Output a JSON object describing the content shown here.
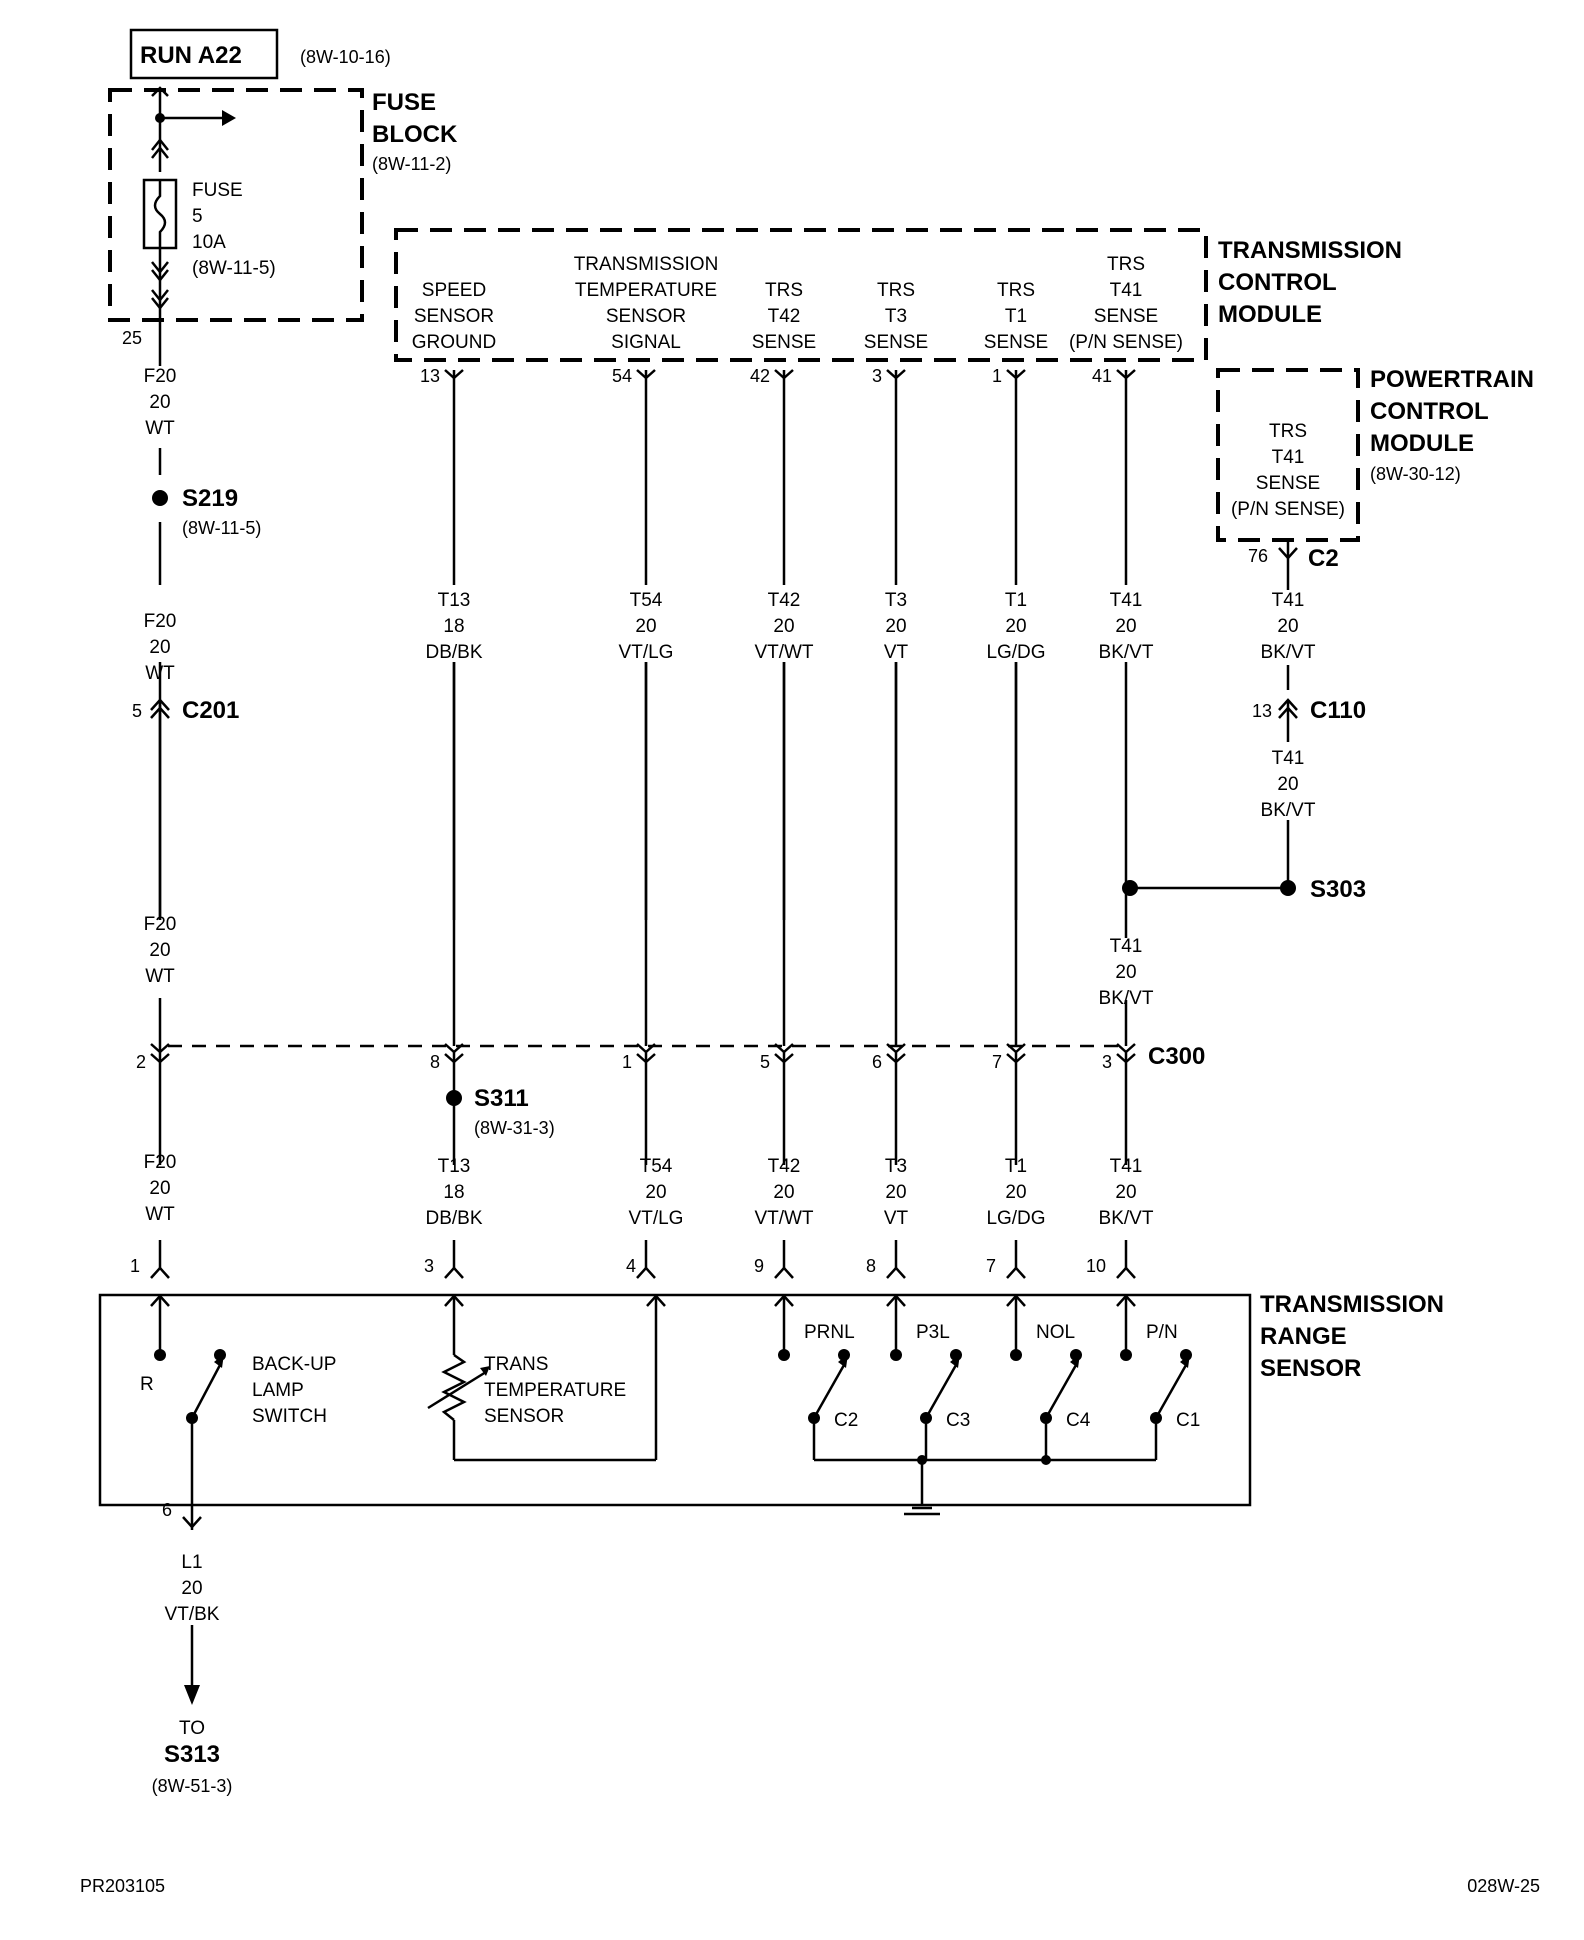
{
  "run_box": {
    "label": "RUN A22",
    "ref": "(8W-10-16)"
  },
  "fuse_block": {
    "title1": "FUSE",
    "title2": "BLOCK",
    "ref": "(8W-11-2)",
    "fuse_l1": "FUSE",
    "fuse_l2": "5",
    "fuse_l3": "10A",
    "fuse_ref": "(8W-11-5)",
    "pin": "25"
  },
  "tcm": {
    "title1": "TRANSMISSION",
    "title2": "CONTROL",
    "title3": "MODULE",
    "columns": [
      {
        "lines": [
          "SPEED",
          "SENSOR",
          "GROUND"
        ],
        "pin": "13"
      },
      {
        "lines": [
          "TRANSMISSION",
          "TEMPERATURE",
          "SENSOR",
          "SIGNAL"
        ],
        "pin": "54"
      },
      {
        "lines": [
          "TRS",
          "T42",
          "SENSE"
        ],
        "pin": "42"
      },
      {
        "lines": [
          "TRS",
          "T3",
          "SENSE"
        ],
        "pin": "3"
      },
      {
        "lines": [
          "TRS",
          "T1",
          "SENSE"
        ],
        "pin": "1"
      },
      {
        "lines": [
          "TRS",
          "T41",
          "SENSE",
          "(P/N SENSE)"
        ],
        "pin": "41"
      }
    ]
  },
  "pcm": {
    "title1": "POWERTRAIN",
    "title2": "CONTROL",
    "title3": "MODULE",
    "ref": "(8W-30-12)",
    "lines": [
      "TRS",
      "T41",
      "SENSE",
      "(P/N SENSE)"
    ],
    "pin": "76",
    "connector": "C2"
  },
  "wires": {
    "f20_a": [
      "F20",
      "20",
      "WT"
    ],
    "f20_b": [
      "F20",
      "20",
      "WT"
    ],
    "f20_c": [
      "F20",
      "20",
      "WT"
    ],
    "f20_d": [
      "F20",
      "20",
      "WT"
    ],
    "t13_a": [
      "T13",
      "18",
      "DB/BK"
    ],
    "t54_a": [
      "T54",
      "20",
      "VT/LG"
    ],
    "t42_a": [
      "T42",
      "20",
      "VT/WT"
    ],
    "t3_a": [
      "T3",
      "20",
      "VT"
    ],
    "t1_a": [
      "T1",
      "20",
      "LG/DG"
    ],
    "t41_a": [
      "T41",
      "20",
      "BK/VT"
    ],
    "t41_b": [
      "T41",
      "20",
      "BK/VT"
    ],
    "t41_c": [
      "T41",
      "20",
      "BK/VT"
    ],
    "t41_d": [
      "T41",
      "20",
      "BK/VT"
    ],
    "t13_b": [
      "T13",
      "18",
      "DB/BK"
    ],
    "t54_b": [
      "T54",
      "20",
      "VT/LG"
    ],
    "t42_b": [
      "T42",
      "20",
      "VT/WT"
    ],
    "t3_b": [
      "T3",
      "20",
      "VT"
    ],
    "t1_b": [
      "T1",
      "20",
      "LG/DG"
    ],
    "t41_e": [
      "T41",
      "20",
      "BK/VT"
    ],
    "l1": [
      "L1",
      "20",
      "VT/BK"
    ]
  },
  "splices": {
    "s219": {
      "label": "S219",
      "ref": "(8W-11-5)"
    },
    "s303": {
      "label": "S303"
    },
    "s311": {
      "label": "S311",
      "ref": "(8W-31-3)"
    }
  },
  "connectors": {
    "c201": {
      "label": "C201",
      "pin": "5"
    },
    "c110": {
      "label": "C110",
      "pin": "13"
    },
    "c300": {
      "label": "C300",
      "pins": [
        "2",
        "8",
        "1",
        "5",
        "6",
        "7",
        "3"
      ]
    }
  },
  "trs": {
    "title1": "TRANSMISSION",
    "title2": "RANGE",
    "title3": "SENSOR",
    "pins": [
      "1",
      "3",
      "4",
      "9",
      "8",
      "7",
      "10",
      "6"
    ],
    "backup": [
      "BACK-UP",
      "LAMP",
      "SWITCH"
    ],
    "r_label": "R",
    "temp": [
      "TRANS",
      "TEMPERATURE",
      "SENSOR"
    ],
    "switches": [
      {
        "top": "PRNL",
        "bottom": "C2"
      },
      {
        "top": "P3L",
        "bottom": "C3"
      },
      {
        "top": "NOL",
        "bottom": "C4"
      },
      {
        "top": "P/N",
        "bottom": "C1"
      }
    ]
  },
  "to": {
    "label": "TO",
    "splice": "S313",
    "ref": "(8W-51-3)"
  },
  "footer": {
    "left": "PR203105",
    "right": "028W-25"
  }
}
